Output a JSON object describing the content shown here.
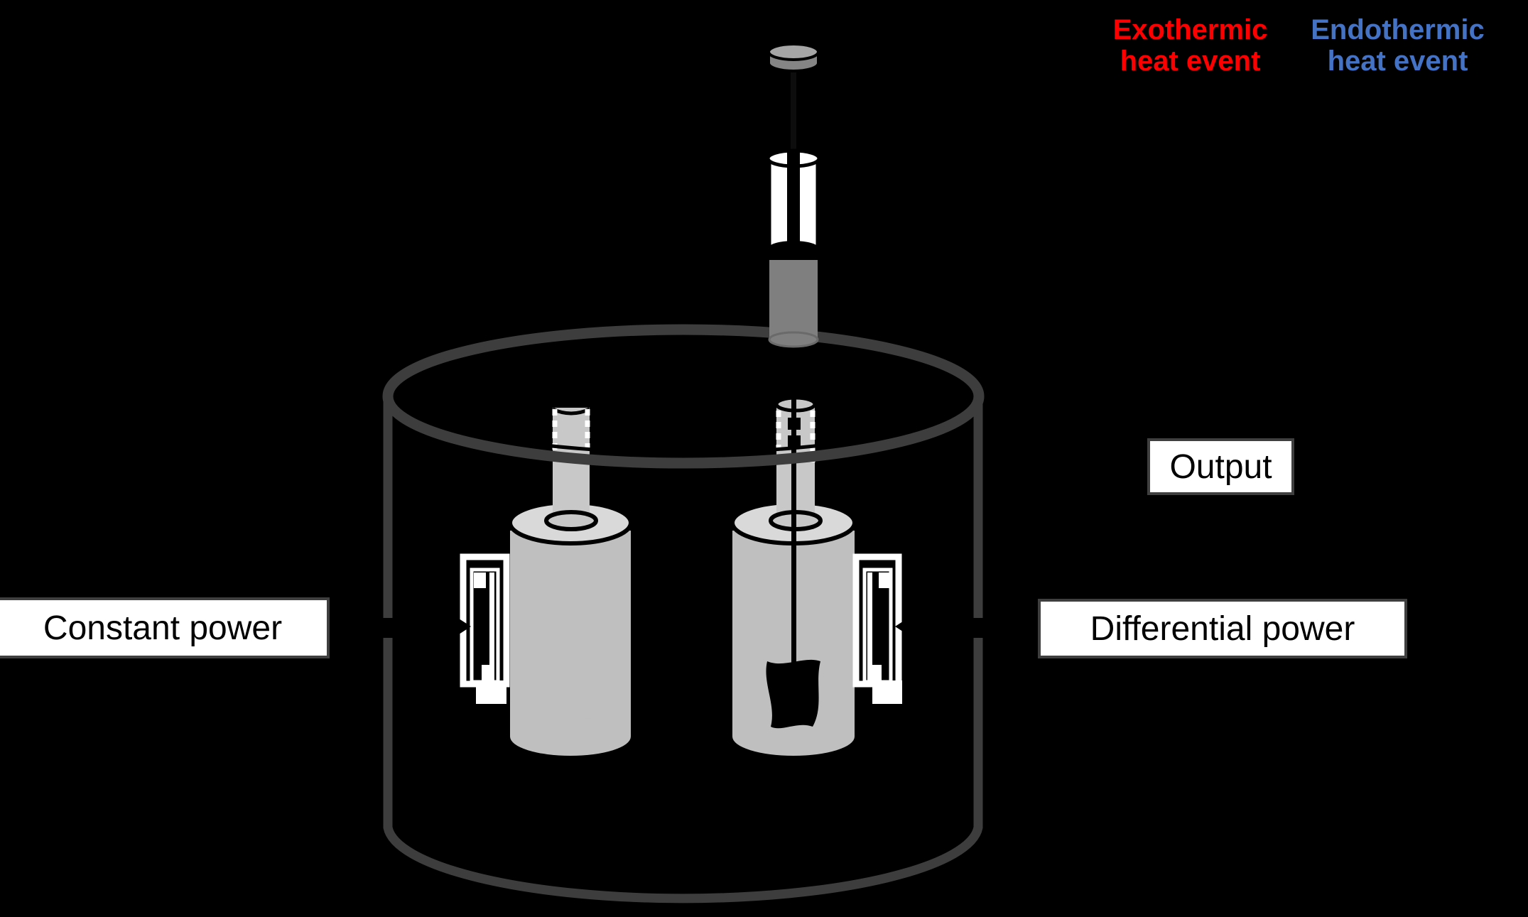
{
  "figure": {
    "background": "#000000",
    "labels": {
      "exothermic": {
        "line1": "Exothermic",
        "line2": "heat event",
        "color": "#ff0000"
      },
      "endothermic": {
        "line1": "Endothermic",
        "line2": "heat event",
        "color": "#4472c4"
      },
      "output": "Output",
      "constant_power": "Constant power",
      "differential_power": "Differential power"
    },
    "colors": {
      "vessel_outline": "#3d3d3d",
      "cell_body": "#bfbfbf",
      "cell_cap": "#d9d9d9",
      "cell_stem": "#c8c8c8",
      "syringe_adapter": "#7f7f7f",
      "plunger_cap_top": "#a6a6a6",
      "plunger_cap_side": "#858585",
      "syringe_barrel": "#ffffff",
      "heater_frame": "#ffffff",
      "label_box_bg": "#ffffff",
      "label_box_border": "#3f3f3f",
      "label_text": "#000000"
    },
    "components": [
      "syringe-plunger-cap",
      "syringe-barrel",
      "syringe-adapter",
      "injection-needle",
      "insulation-vessel",
      "reference-cell",
      "sample-cell",
      "reference-heater",
      "sample-heater",
      "stirring-paddle"
    ]
  }
}
